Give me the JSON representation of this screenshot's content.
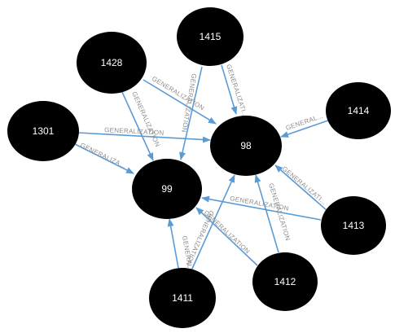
{
  "nodes": [
    {
      "id": "1415",
      "label": "1415"
    },
    {
      "id": "1428",
      "label": "1428"
    },
    {
      "id": "1414",
      "label": "1414"
    },
    {
      "id": "1301",
      "label": "1301"
    },
    {
      "id": "98",
      "label": "98"
    },
    {
      "id": "99",
      "label": "99"
    },
    {
      "id": "1413",
      "label": "1413"
    },
    {
      "id": "1412",
      "label": "1412"
    },
    {
      "id": "1411",
      "label": "1411"
    }
  ],
  "edges": [
    {
      "from": "1415",
      "to": "98",
      "label": "GENERALIZATI..."
    },
    {
      "from": "1415",
      "to": "99",
      "label": "GENERALIZATION"
    },
    {
      "from": "1428",
      "to": "98",
      "label": "GENERALIZATION"
    },
    {
      "from": "1428",
      "to": "99",
      "label": "GENERALIZATION"
    },
    {
      "from": "1414",
      "to": "98",
      "label": "GENERAL..."
    },
    {
      "from": "1301",
      "to": "98",
      "label": "GENERALIZATION"
    },
    {
      "from": "1301",
      "to": "99",
      "label": "GENERALIZA..."
    },
    {
      "from": "1413",
      "to": "98",
      "label": "GENERALIZATI..."
    },
    {
      "from": "1413",
      "to": "99",
      "label": "GENERALIZATION"
    },
    {
      "from": "1412",
      "to": "98",
      "label": "GENERALIZATION"
    },
    {
      "from": "1412",
      "to": "99",
      "label": "GENERALIZATION"
    },
    {
      "from": "1411",
      "to": "98",
      "label": "GENERALIZATION"
    },
    {
      "from": "1411",
      "to": "99",
      "label": "GENERALIZA..."
    }
  ],
  "colors": {
    "node_fill": "#000000",
    "node_text": "#ffffff",
    "edge": "#5b9bd5",
    "edge_label": "#8c8c8c"
  }
}
